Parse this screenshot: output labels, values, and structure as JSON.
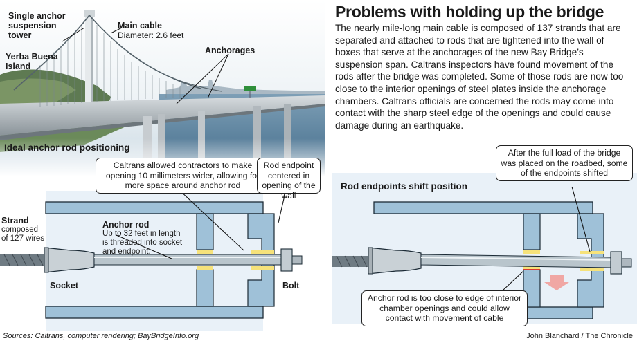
{
  "headline": "Problems with holding up the bridge",
  "body": "The nearly mile-long main cable is composed of 137 strands that are separated and attached to rods that are tightened into the wall of boxes that serve at the anchorages of the new Bay Bridge’s suspension span. Caltrans inspectors have found movement of the rods after the bridge was completed. Some of those rods are now too close to the interior openings of steel plates inside the anchorage chambers. Caltrans officials are concerned the rods may come into contact with the sharp steel edge of the openings and could cause damage during an earthquake.",
  "photo_labels": {
    "tower_line1": "Single anchor",
    "tower_line2": "suspension",
    "tower_line3": "tower",
    "island_line1": "Yerba Buena",
    "island_line2": "Island",
    "main_cable": "Main cable",
    "diameter": "Diameter: 2.6 feet",
    "anchorages": "Anchorages"
  },
  "left_panel": {
    "title": "Ideal anchor rod positioning",
    "callout_contractors": "Caltrans allowed contractors to make opening 10 millimeters wider, allowing for more space around anchor rod",
    "callout_endpoint": "Rod endpoint centered in opening of the wall",
    "strand_title": "Strand",
    "strand_line2": "composed",
    "strand_line3": "of 127 wires",
    "rod_title": "Anchor rod",
    "rod_line2": "Up to 32 feet in length",
    "rod_line3": "is threaded into socket",
    "rod_line4": "and endpoint.",
    "socket": "Socket",
    "bolt": "Bolt"
  },
  "right_panel": {
    "title": "Rod endpoints shift position",
    "callout_load": "After the full load of the bridge was placed on the roadbed, some of the endpoints shifted",
    "callout_edge": "Anchor rod is too close to edge of interior chamber openings and could allow contact with movement of cable"
  },
  "footer": {
    "sources": "Sources: Caltrans, computer rendering; BayBridgeInfo.org",
    "credit": "John Blanchard / The Chronicle"
  },
  "colors": {
    "steel_blue": "#9fc1d8",
    "chamber_bg": "#e9f1f8",
    "highlight_yellow": "#f6e27a",
    "alert_red": "#d93a2f",
    "shift_arrow": "#f0a7a4"
  }
}
